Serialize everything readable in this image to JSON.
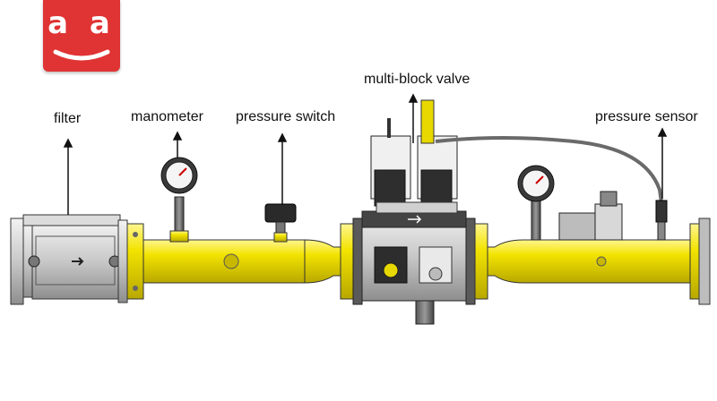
{
  "logo": {
    "text": "a a"
  },
  "labels": {
    "filter": "filter",
    "manometer": "manometer",
    "pressure_switch": "pressure switch",
    "multi_block_valve": "multi-block valve",
    "pressure_sensor": "pressure sensor"
  },
  "colors": {
    "pipe_yellow": "#f2e300",
    "logo_red": "#e03333",
    "metal_gray": "#bdbdbd",
    "dark": "#2a2a2a"
  }
}
